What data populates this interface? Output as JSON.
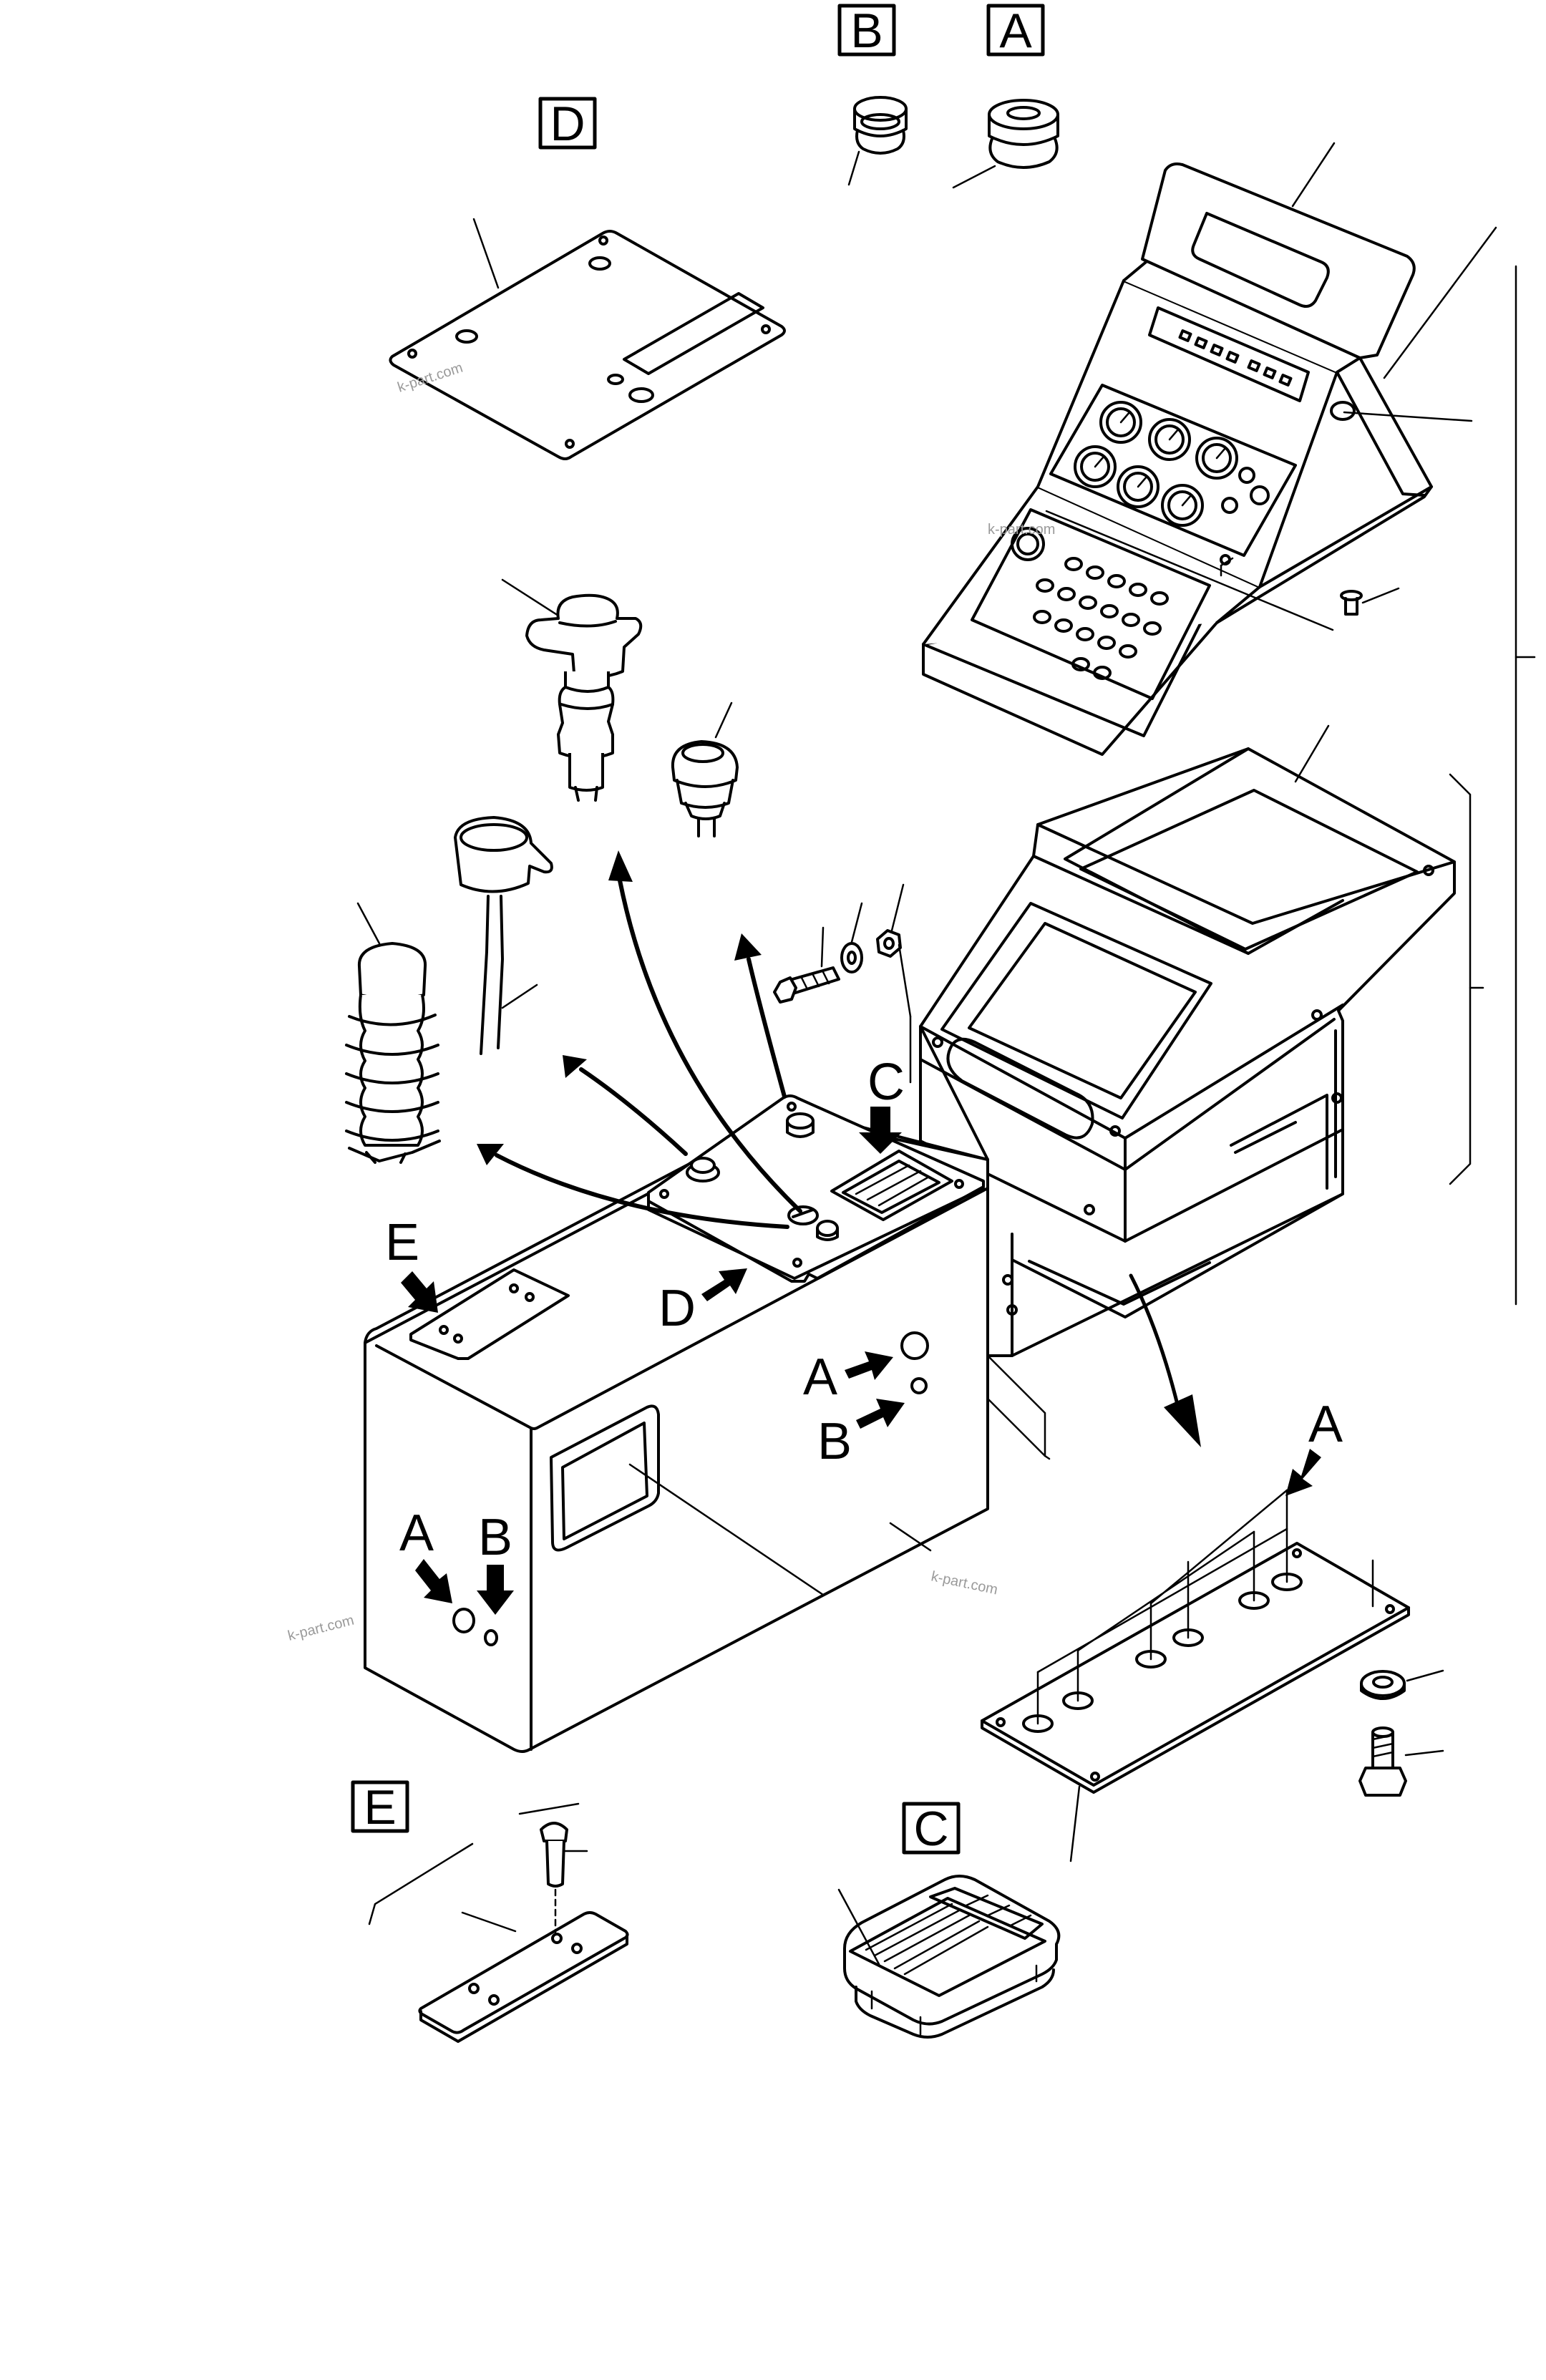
{
  "detail_labels": {
    "B": "B",
    "A": "A",
    "D": "D",
    "E": "E",
    "C": "C"
  },
  "arrow_labels": {
    "c_top": "C",
    "e_top": "E",
    "d_mid": "D",
    "a_right": "A",
    "b_right": "B",
    "a_left": "A",
    "b_left": "B",
    "a_plate": "A"
  },
  "watermark": "k-part.com"
}
